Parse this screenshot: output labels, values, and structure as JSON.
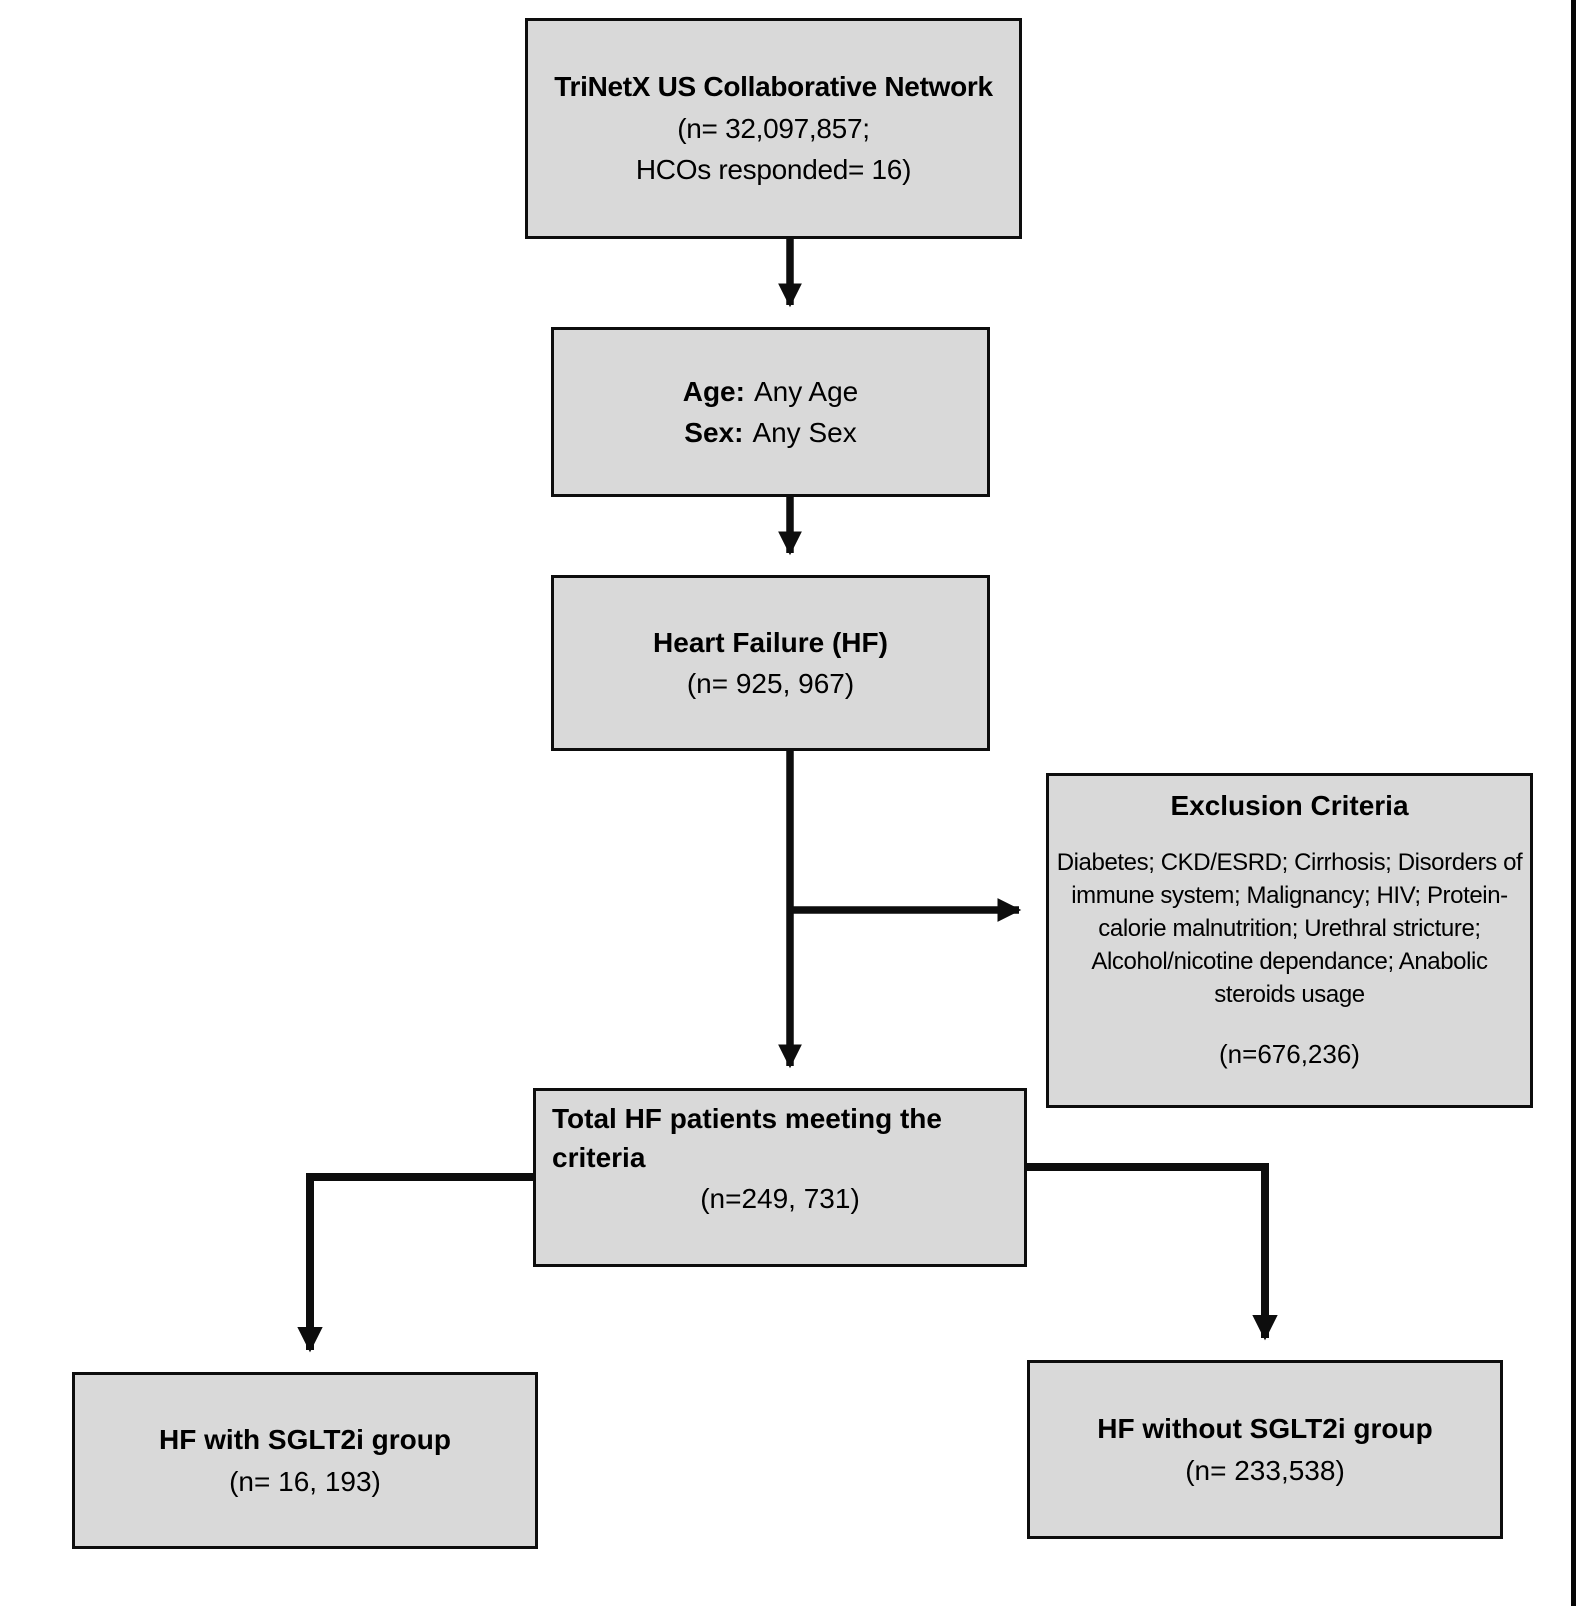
{
  "page": {
    "background_color": "#ffffff",
    "right_border_color": "#050505"
  },
  "colors": {
    "box_fill": "#d9d9d9",
    "box_border": "#0d0d0d",
    "arrow": "#0d0d0d"
  },
  "boxes": {
    "network": {
      "title": "TriNetX US Collaborative Network",
      "count_line1": "(n= 32,097,857;",
      "count_line2": "HCOs responded= 16)"
    },
    "demographics": {
      "age_label": "Age:",
      "age_value": "Any Age",
      "sex_label": "Sex:",
      "sex_value": "Any Sex"
    },
    "heart_failure": {
      "title": "Heart Failure (HF)",
      "count": "(n= 925, 967)"
    },
    "exclusion": {
      "title": "Exclusion Criteria",
      "body_lines": [
        "Diabetes; CKD/ESRD; Cirrhosis; Disorders of",
        "immune system; Malignancy; HIV; Protein-",
        "calorie malnutrition; Urethral stricture;",
        "Alcohol/nicotine dependance; Anabolic",
        "steroids usage"
      ],
      "count": "(n=676,236)"
    },
    "total": {
      "title": "Total HF patients meeting the criteria",
      "count": "(n=249, 731)"
    },
    "sglt2i": {
      "title": "HF with SGLT2i group",
      "count": "(n= 16, 193)"
    },
    "no_sglt2i": {
      "title": "HF without SGLT2i group",
      "count": "(n= 233,538)"
    }
  }
}
